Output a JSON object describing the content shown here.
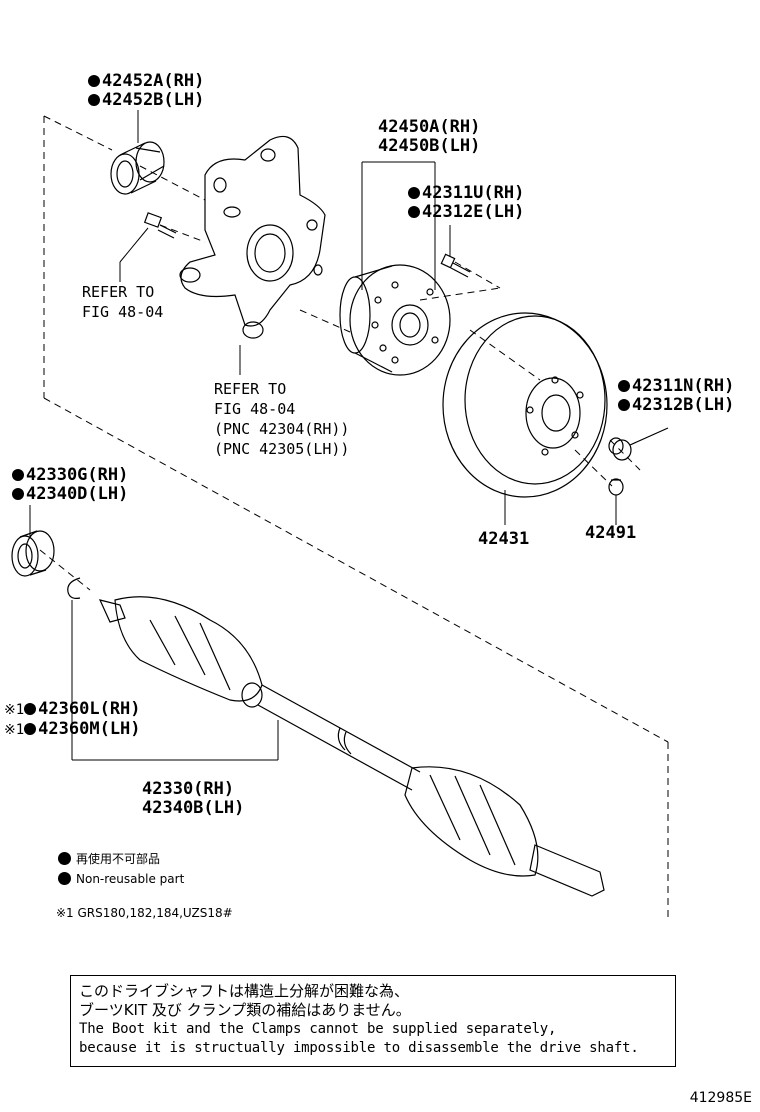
{
  "labels": {
    "p42452": [
      "42452A(RH)",
      "42452B(LH)"
    ],
    "p42450": [
      "42450A(RH)",
      "42450B(LH)"
    ],
    "p42311u": [
      "42311U(RH)",
      "42312E(LH)"
    ],
    "ref_knuckle": [
      "REFER TO",
      "FIG 48-04"
    ],
    "ref_bolt": [
      "REFER TO",
      "FIG 48-04",
      "(PNC 42304(RH))",
      "(PNC 42305(LH))"
    ],
    "p42311n": [
      "42311N(RH)",
      "42312B(LH)"
    ],
    "p42431": "42431",
    "p42491": "42491",
    "p42330g": [
      "42330G(RH)",
      "42340D(LH)"
    ],
    "p42360": [
      "42360L(RH)",
      "42360M(LH)"
    ],
    "p42360_prefix": "※1",
    "p42330": [
      "42330(RH)",
      "42340B(LH)"
    ]
  },
  "legend": {
    "jp": "再使用不可部品",
    "en": "Non-reusable part",
    "footnote": "※1 GRS180,182,184,UZS18#"
  },
  "note": {
    "jp_line1": "このドライブシャフトは構造上分解が困難な為、",
    "jp_line2": "ブーツKIT 及び クランプ類の補給はありません。",
    "en_line1": "The Boot kit and the Clamps cannot be supplied separately,",
    "en_line2": "because it is structually impossible to disassemble the drive shaft."
  },
  "figure_id": "412985E"
}
